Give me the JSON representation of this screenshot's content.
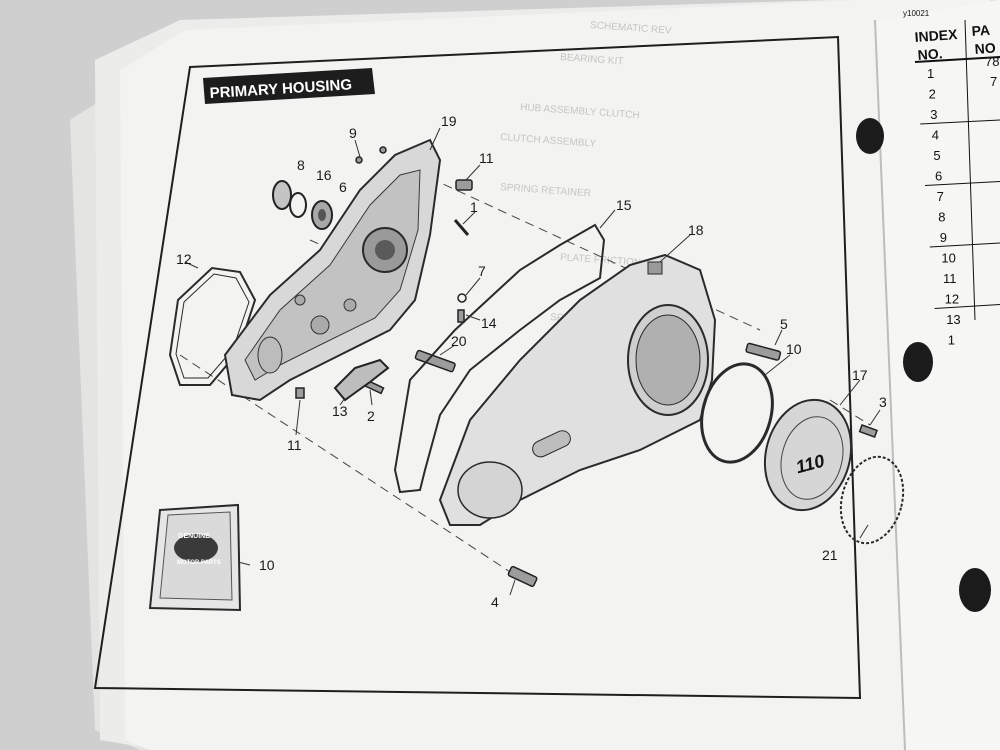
{
  "page": {
    "section_title": "PRIMARY HOUSING",
    "right_page_code": "y10021",
    "table_header": {
      "col1_line1": "INDEX",
      "col1_line2": "NO.",
      "col2_line1": "PA",
      "col2_line2": "NO"
    },
    "table_rows": [
      "1",
      "2",
      "3",
      "4",
      "5",
      "6",
      "7",
      "8",
      "9",
      "10",
      "11",
      "12",
      "13",
      "1"
    ],
    "table_partial_values": [
      "78",
      "7"
    ]
  },
  "diagram": {
    "callouts": {
      "c1": "1",
      "c2": "2",
      "c3": "3",
      "c4": "4",
      "c5": "5",
      "c6": "6",
      "c7": "7",
      "c8": "8",
      "c9": "9",
      "c10_kit": "10",
      "c10_ring": "10",
      "c11_top": "11",
      "c11_bottom": "11",
      "c12": "12",
      "c13": "13",
      "c14": "14",
      "c15": "15",
      "c16": "16",
      "c17": "17",
      "c18": "18",
      "c19": "19",
      "c20": "20",
      "c21": "21"
    },
    "derby_cover_badge": "110",
    "kit_box_brand": {
      "line1": "GENUINE",
      "line2": "MOTOR PARTS"
    }
  },
  "colors": {
    "background": "#d8d8d8",
    "paper": "#f3f3f1",
    "title_bar": "#1d1d1d",
    "line_art": "#2a2a2a"
  }
}
